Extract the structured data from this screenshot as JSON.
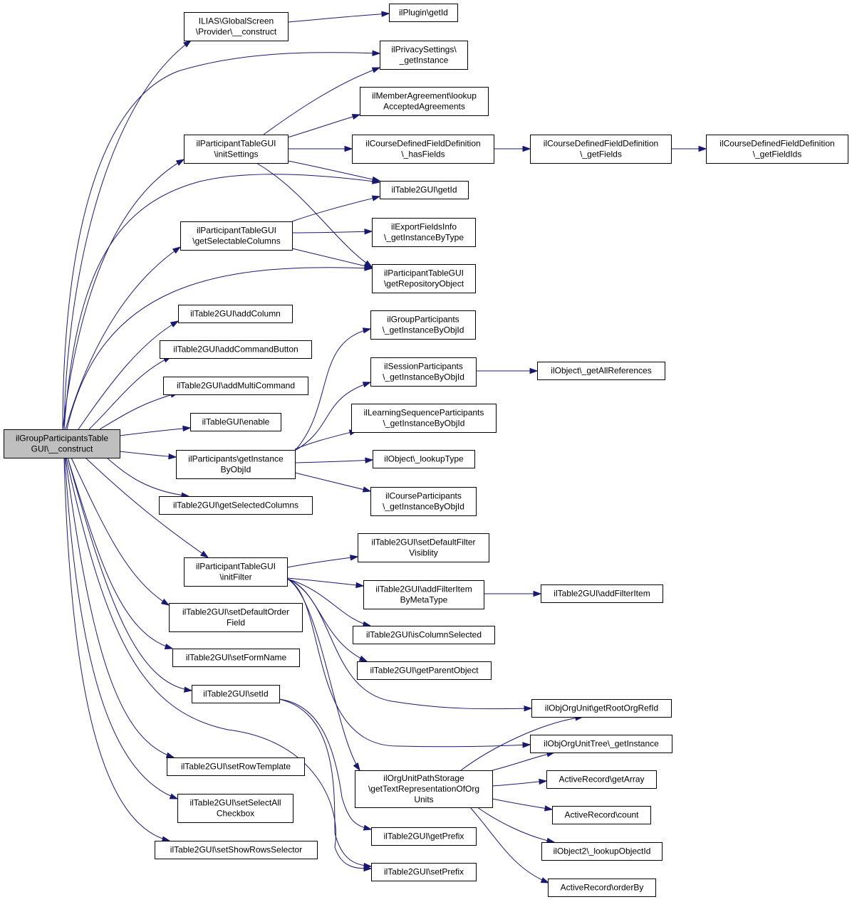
{
  "graph": {
    "root": "root",
    "colors": {
      "edge": "#191970",
      "root_fill": "#bfbfbf",
      "node_fill": "#ffffff",
      "border": "#000000"
    },
    "nodes": [
      {
        "id": "root",
        "lines": [
          "ilGroupParticipantsTable",
          "GUI\\__construct"
        ]
      },
      {
        "id": "gs_provider",
        "lines": [
          "ILIAS\\GlobalScreen",
          "\\Provider\\__construct"
        ]
      },
      {
        "id": "plugin_getid",
        "lines": [
          "ilPlugin\\getId"
        ]
      },
      {
        "id": "privacy_getinstance",
        "lines": [
          "ilPrivacySettings\\",
          "_getInstance"
        ]
      },
      {
        "id": "member_agreement",
        "lines": [
          "ilMemberAgreement\\lookup",
          "AcceptedAgreements"
        ]
      },
      {
        "id": "pt_initsettings",
        "lines": [
          "ilParticipantTableGUI",
          "\\initSettings"
        ]
      },
      {
        "id": "cdf_hasfields",
        "lines": [
          "ilCourseDefinedFieldDefinition",
          "\\_hasFields"
        ]
      },
      {
        "id": "cdf_getfields",
        "lines": [
          "ilCourseDefinedFieldDefinition",
          "\\_getFields"
        ]
      },
      {
        "id": "cdf_getfieldids",
        "lines": [
          "ilCourseDefinedFieldDefinition",
          "\\_getFieldIds"
        ]
      },
      {
        "id": "t2_getid",
        "lines": [
          "ilTable2GUI\\getId"
        ]
      },
      {
        "id": "pt_getselectable",
        "lines": [
          "ilParticipantTableGUI",
          "\\getSelectableColumns"
        ]
      },
      {
        "id": "export_fields",
        "lines": [
          "ilExportFieldsInfo",
          "\\_getInstanceByType"
        ]
      },
      {
        "id": "pt_getrepo",
        "lines": [
          "ilParticipantTableGUI",
          "\\getRepositoryObject"
        ]
      },
      {
        "id": "t2_addcolumn",
        "lines": [
          "ilTable2GUI\\addColumn"
        ]
      },
      {
        "id": "group_part",
        "lines": [
          "ilGroupParticipants",
          "\\_getInstanceByObjId"
        ]
      },
      {
        "id": "t2_addcommand",
        "lines": [
          "ilTable2GUI\\addCommandButton"
        ]
      },
      {
        "id": "session_part",
        "lines": [
          "ilSessionParticipants",
          "\\_getInstanceByObjId"
        ]
      },
      {
        "id": "obj_getallrefs",
        "lines": [
          "ilObject\\_getAllReferences"
        ]
      },
      {
        "id": "t2_addmulti",
        "lines": [
          "ilTable2GUI\\addMultiCommand"
        ]
      },
      {
        "id": "lso_part",
        "lines": [
          "ilLearningSequenceParticipants",
          "\\_getInstanceByObjId"
        ]
      },
      {
        "id": "tablegui_enable",
        "lines": [
          "ilTableGUI\\enable"
        ]
      },
      {
        "id": "parts_getinstance",
        "lines": [
          "ilParticipants\\getInstance",
          "ByObjId"
        ]
      },
      {
        "id": "obj_lookuptype",
        "lines": [
          "ilObject\\_lookupType"
        ]
      },
      {
        "id": "course_part",
        "lines": [
          "ilCourseParticipants",
          "\\_getInstanceByObjId"
        ]
      },
      {
        "id": "t2_getselected",
        "lines": [
          "ilTable2GUI\\getSelectedColumns"
        ]
      },
      {
        "id": "t2_setdefaultfilter",
        "lines": [
          "ilTable2GUI\\setDefaultFilter",
          "Visiblity"
        ]
      },
      {
        "id": "pt_initfilter",
        "lines": [
          "ilParticipantTableGUI",
          "\\initFilter"
        ]
      },
      {
        "id": "t2_addfilteritemmeta",
        "lines": [
          "ilTable2GUI\\addFilterItem",
          "ByMetaType"
        ]
      },
      {
        "id": "t2_addfilteritem",
        "lines": [
          "ilTable2GUI\\addFilterItem"
        ]
      },
      {
        "id": "t2_setdefaultorder",
        "lines": [
          "ilTable2GUI\\setDefaultOrder",
          "Field"
        ]
      },
      {
        "id": "t2_iscolumnselected",
        "lines": [
          "ilTable2GUI\\isColumnSelected"
        ]
      },
      {
        "id": "t2_setformname",
        "lines": [
          "ilTable2GUI\\setFormName"
        ]
      },
      {
        "id": "t2_getparent",
        "lines": [
          "ilTable2GUI\\getParentObject"
        ]
      },
      {
        "id": "t2_setid",
        "lines": [
          "ilTable2GUI\\setId"
        ]
      },
      {
        "id": "orgunit_getroot",
        "lines": [
          "ilObjOrgUnit\\getRootOrgRefId"
        ]
      },
      {
        "id": "orgunittree",
        "lines": [
          "ilObjOrgUnitTree\\_getInstance"
        ]
      },
      {
        "id": "t2_setrowtemplate",
        "lines": [
          "ilTable2GUI\\setRowTemplate"
        ]
      },
      {
        "id": "orgunitpath",
        "lines": [
          "ilOrgUnitPathStorage",
          "\\getTextRepresentationOfOrg",
          "Units"
        ]
      },
      {
        "id": "ar_getarray",
        "lines": [
          "ActiveRecord\\getArray"
        ]
      },
      {
        "id": "t2_setselectall",
        "lines": [
          "ilTable2GUI\\setSelectAll",
          "Checkbox"
        ]
      },
      {
        "id": "ar_count",
        "lines": [
          "ActiveRecord\\count"
        ]
      },
      {
        "id": "t2_getprefix",
        "lines": [
          "ilTable2GUI\\getPrefix"
        ]
      },
      {
        "id": "t2_setshowrows",
        "lines": [
          "ilTable2GUI\\setShowRowsSelector"
        ]
      },
      {
        "id": "obj2_lookupobjectid",
        "lines": [
          "ilObject2\\_lookupObjectId"
        ]
      },
      {
        "id": "t2_setprefix",
        "lines": [
          "ilTable2GUI\\setPrefix"
        ]
      },
      {
        "id": "ar_orderby",
        "lines": [
          "ActiveRecord\\orderBy"
        ]
      }
    ],
    "edges": [
      {
        "from": "root",
        "to": "gs_provider"
      },
      {
        "from": "gs_provider",
        "to": "plugin_getid"
      },
      {
        "from": "root",
        "to": "privacy_getinstance"
      },
      {
        "from": "root",
        "to": "pt_initsettings"
      },
      {
        "from": "pt_initsettings",
        "to": "privacy_getinstance"
      },
      {
        "from": "pt_initsettings",
        "to": "member_agreement"
      },
      {
        "from": "pt_initsettings",
        "to": "cdf_hasfields"
      },
      {
        "from": "cdf_hasfields",
        "to": "cdf_getfields"
      },
      {
        "from": "cdf_getfields",
        "to": "cdf_getfieldids"
      },
      {
        "from": "pt_initsettings",
        "to": "t2_getid"
      },
      {
        "from": "pt_initsettings",
        "to": "pt_getrepo"
      },
      {
        "from": "root",
        "to": "t2_getid"
      },
      {
        "from": "root",
        "to": "pt_getselectable"
      },
      {
        "from": "pt_getselectable",
        "to": "t2_getid"
      },
      {
        "from": "pt_getselectable",
        "to": "export_fields"
      },
      {
        "from": "pt_getselectable",
        "to": "pt_getrepo"
      },
      {
        "from": "root",
        "to": "pt_getrepo"
      },
      {
        "from": "root",
        "to": "t2_addcolumn"
      },
      {
        "from": "root",
        "to": "t2_addcommand"
      },
      {
        "from": "root",
        "to": "t2_addmulti"
      },
      {
        "from": "root",
        "to": "tablegui_enable"
      },
      {
        "from": "root",
        "to": "parts_getinstance"
      },
      {
        "from": "parts_getinstance",
        "to": "group_part"
      },
      {
        "from": "parts_getinstance",
        "to": "session_part"
      },
      {
        "from": "session_part",
        "to": "obj_getallrefs"
      },
      {
        "from": "parts_getinstance",
        "to": "lso_part"
      },
      {
        "from": "parts_getinstance",
        "to": "obj_lookuptype"
      },
      {
        "from": "parts_getinstance",
        "to": "course_part"
      },
      {
        "from": "root",
        "to": "t2_getselected"
      },
      {
        "from": "root",
        "to": "pt_initfilter"
      },
      {
        "from": "pt_initfilter",
        "to": "t2_setdefaultfilter"
      },
      {
        "from": "pt_initfilter",
        "to": "t2_addfilteritemmeta"
      },
      {
        "from": "t2_addfilteritemmeta",
        "to": "t2_addfilteritem"
      },
      {
        "from": "pt_initfilter",
        "to": "t2_iscolumnselected"
      },
      {
        "from": "pt_initfilter",
        "to": "t2_getparent"
      },
      {
        "from": "pt_initfilter",
        "to": "orgunit_getroot"
      },
      {
        "from": "pt_initfilter",
        "to": "orgunittree"
      },
      {
        "from": "pt_initfilter",
        "to": "orgunitpath"
      },
      {
        "from": "orgunitpath",
        "to": "orgunit_getroot"
      },
      {
        "from": "orgunitpath",
        "to": "orgunittree"
      },
      {
        "from": "orgunitpath",
        "to": "ar_getarray"
      },
      {
        "from": "orgunitpath",
        "to": "ar_count"
      },
      {
        "from": "orgunitpath",
        "to": "obj2_lookupobjectid"
      },
      {
        "from": "orgunitpath",
        "to": "ar_orderby"
      },
      {
        "from": "root",
        "to": "t2_setdefaultorder"
      },
      {
        "from": "root",
        "to": "t2_setformname"
      },
      {
        "from": "root",
        "to": "t2_setid"
      },
      {
        "from": "t2_setid",
        "to": "t2_getprefix"
      },
      {
        "from": "t2_setid",
        "to": "t2_setprefix"
      },
      {
        "from": "root",
        "to": "t2_setprefix"
      },
      {
        "from": "root",
        "to": "t2_setrowtemplate"
      },
      {
        "from": "root",
        "to": "t2_setselectall"
      },
      {
        "from": "root",
        "to": "t2_setshowrows"
      }
    ]
  }
}
